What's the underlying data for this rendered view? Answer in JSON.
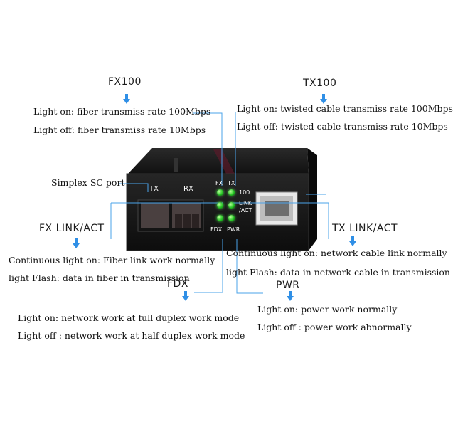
{
  "fx100": {
    "title": "FX100",
    "line1": "Light on: fiber transmiss rate 100Mbps",
    "line2": "Light off: fiber transmiss rate 10Mbps"
  },
  "tx100": {
    "title": "TX100",
    "line1": "Light on: twisted cable transmiss rate 100Mbps",
    "line2": "Light off: twisted cable transmiss rate 10Mbps"
  },
  "sc_port": {
    "label": "Simplex SC port"
  },
  "fx_link": {
    "title": "FX LINK/ACT",
    "line1": "Continuous light on: Fiber link work normally",
    "line2": "light Flash: data in fiber in transmission"
  },
  "tx_link": {
    "title": "TX LINK/ACT",
    "line1": "Continuous light on: network cable link normally",
    "line2": "light Flash: data in network cable in transmission"
  },
  "fdx": {
    "title": "FDX",
    "line1": "Light on: network work at full duplex work mode",
    "line2": "Light off : network work at half duplex work mode"
  },
  "pwr": {
    "title": "PWR",
    "line1": "Light on: power work normally",
    "line2": "Light off :  power work abnormally"
  },
  "device": {
    "port_tx": "TX",
    "port_rx": "RX",
    "led_fx": "FX",
    "led_tx": "TX",
    "led_100": "100",
    "led_link": "LINK",
    "led_act": "/ACT",
    "led_fdx": "FDX",
    "led_pwr": "PWR"
  },
  "colors": {
    "arrow": "#2f8fe6",
    "leader_line": "#4aa3ea",
    "led": "#3ee83e",
    "device_body": "#1d1d1d"
  }
}
